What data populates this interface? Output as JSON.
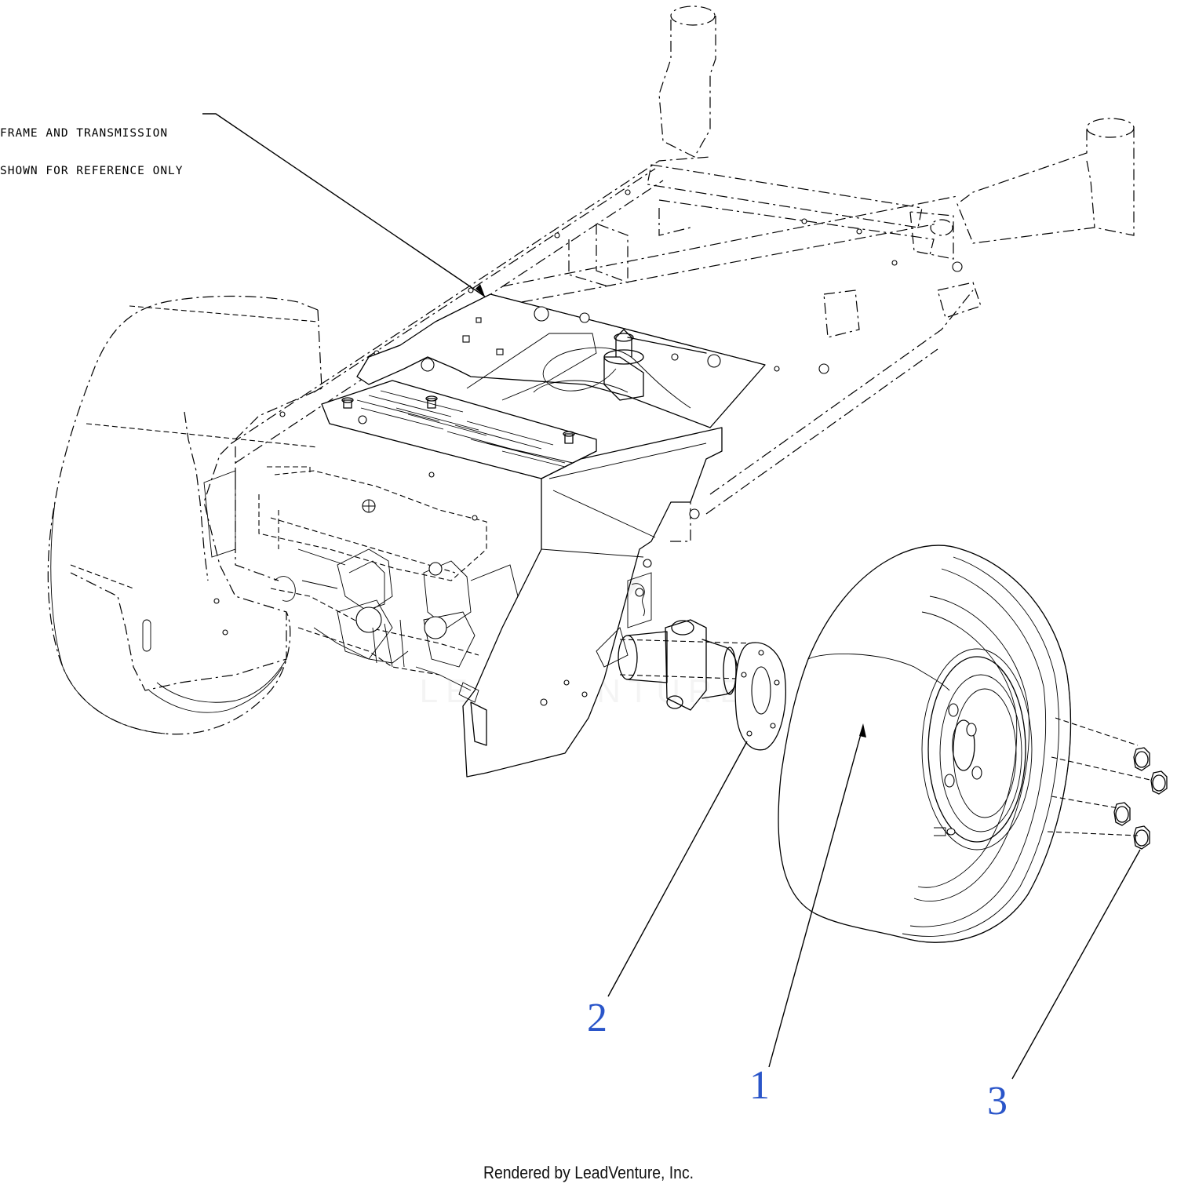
{
  "note": {
    "line1": "FRAME AND TRANSMISSION",
    "line2": "SHOWN FOR REFERENCE ONLY"
  },
  "callouts": [
    {
      "id": "1",
      "label": "1"
    },
    {
      "id": "2",
      "label": "2"
    },
    {
      "id": "3",
      "label": "3"
    }
  ],
  "footer": "Rendered by LeadVenture, Inc.",
  "colors": {
    "callout": "#2a55c9",
    "linework": "#000000",
    "watermark": "#e8e8e8"
  },
  "icons": {
    "watermark": "leadventure-logo-watermark"
  }
}
